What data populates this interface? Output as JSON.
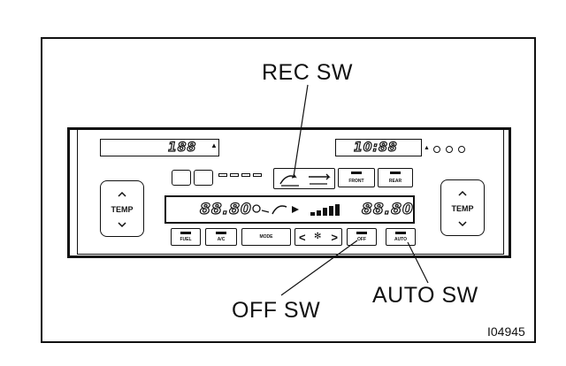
{
  "callouts": {
    "rec": "REC SW",
    "off": "OFF SW",
    "auto": "AUTO SW"
  },
  "figure_id": "I04945",
  "display": {
    "radio_freq": "188",
    "clock": "10:88",
    "set_temp_left": "88.80",
    "set_temp_right": "88.80"
  },
  "buttons": {
    "temp_left": "TEMP",
    "temp_right": "TEMP",
    "fuel": "FUEL",
    "ac": "A/C",
    "mode": "MODE",
    "off": "OFF",
    "auto": "AUTO",
    "front": "FRONT",
    "rear": "REAR"
  },
  "icons": {
    "rec_recirculate": "recirculate-air-icon",
    "fresh_air": "fresh-air-icon",
    "fan": "fan-icon",
    "front_defrost": "front-defroster-icon",
    "rear_defrost": "rear-defroster-icon"
  }
}
